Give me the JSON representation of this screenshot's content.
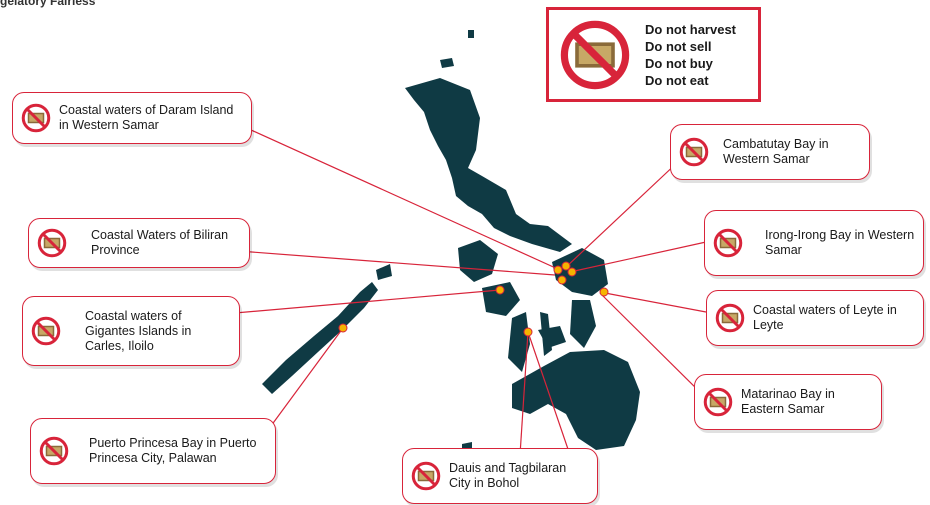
{
  "header_fragment": "gelatory Fairless",
  "legend": {
    "items": [
      "Do not harvest",
      "Do not sell",
      "Do not buy",
      "Do not eat"
    ]
  },
  "icon": "no-shellfish-icon",
  "colors": {
    "land": "#0f3a44",
    "accent": "#d8243a",
    "marker": "#f5b400"
  },
  "callouts": [
    "Coastal waters of Daram Island in Western Samar",
    "Coastal Waters of Biliran Province",
    "Coastal waters of Gigantes Islands in Carles, Iloilo",
    "Puerto Princesa Bay in Puerto Princesa City, Palawan",
    "Dauis and Tagbilaran City in Bohol",
    "Cambatutay Bay in Western Samar",
    "Irong-Irong Bay in Western Samar",
    "Coastal waters of Leyte in Leyte",
    "Matarinao Bay in Eastern Samar"
  ]
}
